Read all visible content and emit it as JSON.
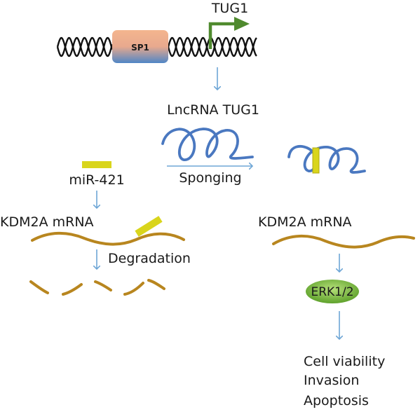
{
  "labels": {
    "tug1_gene": "TUG1",
    "sp1": "SP1",
    "lncrna": "LncRNA TUG1",
    "mirna": "miR-421",
    "sponging": "Sponging",
    "kdm2a_left": "KDM2A mRNA",
    "kdm2a_right": "KDM2A mRNA",
    "degradation": "Degradation",
    "erk": "ERK1/2",
    "outcomes": [
      "Cell viability",
      "Invasion",
      "Apoptosis"
    ]
  },
  "colors": {
    "dna": "#111111",
    "sp1_top": "#f4b58e",
    "sp1_bottom": "#4f86c6",
    "promoter_arrow": "#4f8a2e",
    "arrow": "#6ea6d6",
    "lncrna": "#4a78c0",
    "mirna": "#d9d51c",
    "mrna": "#b8861f",
    "erk_fill": "#7fbf3f"
  }
}
